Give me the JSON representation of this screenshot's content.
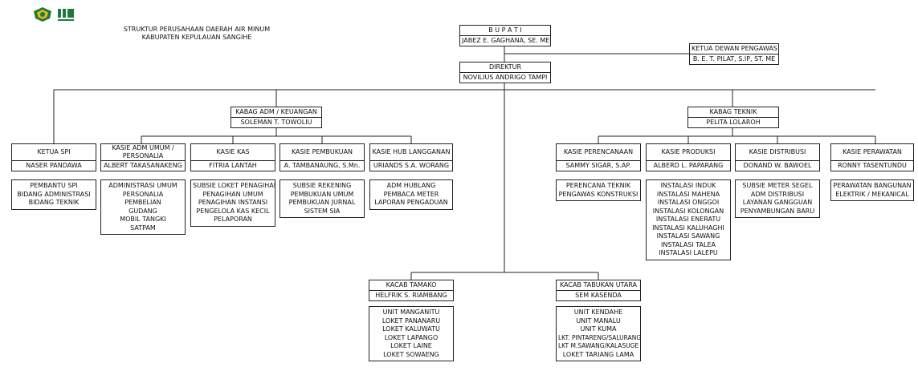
{
  "header": {
    "line1": "STRUKTUR PERUSAHAAN DAERAH AIR MINUM",
    "line2": "KABUPATEN KEPULAUAN SANGIHE"
  },
  "colors": {
    "line": "#222222",
    "logo_green": "#1d7a3a",
    "logo_yellow": "#e2b81a"
  },
  "bupati": {
    "title": "B U P A T I",
    "name": "JABEZ E. GAGHANA, SE. ME"
  },
  "dewan": {
    "title": "KETUA DEWAN PENGAWAS",
    "name": "B. E. T. PILAT, S.IP, ST. ME"
  },
  "direktur": {
    "title": "DIREKTUR",
    "name": "NOVILIUS ANDRIGO TAMPI"
  },
  "kabag_adm": {
    "title": "KABAG ADM / KEUANGAN",
    "name": "SOLEMAN T. TOWOLIU"
  },
  "kabag_teknik": {
    "title": "KABAG TEKNIK",
    "name": "PELITA LOLAROH"
  },
  "spi": {
    "title": "KETUA SPI",
    "name": "NASER PANDAWA",
    "subs": [
      "PEMBANTU SPI",
      "BIDANG ADMINISTRASI",
      "BIDANG TEKNIK"
    ]
  },
  "kasie_umum": {
    "title1": "KASIE ADM UMUM /",
    "title2": "PERSONALIA",
    "name": "ALBERT TAKASANAKENG",
    "subs": [
      "ADMINISTRASI UMUM",
      "PERSONALIA",
      "PEMBELIAN",
      "GUDANG",
      "MOBIL TANGKI",
      "SATPAM"
    ]
  },
  "kasie_kas": {
    "title": "KASIE KAS",
    "name": "FITRIA LANTAH",
    "subs": [
      "SUBSIE LOKET PENAGIHAN",
      "PENAGIHAN UMUM",
      "PENAGIHAN INSTANSI",
      "PENGELOLA KAS KECIL",
      "PELAPORAN"
    ]
  },
  "kasie_pembukuan": {
    "title": "KASIE PEMBUKUAN",
    "name": "A. TAMBANAUNG, S.Mn.",
    "subs": [
      "SUBSIE REKENING",
      "PEMBUKUAN UMUM",
      "PEMBUKUAN JURNAL",
      "SISTEM SIA"
    ]
  },
  "kasie_hub": {
    "title": "KASIE HUB LANGGANAN",
    "name": "URIANDS S.A. WORANG",
    "subs": [
      "ADM HUBLANG",
      "PEMBACA METER",
      "LAPORAN PENGADUAN"
    ]
  },
  "kasie_perencanaan": {
    "title": "KASIE PERENCANAAN",
    "name": "SAMMY SIGAR, S.AP.",
    "subs": [
      "PERENCANA TEKNIK",
      "PENGAWAS KONSTRUKSI"
    ]
  },
  "kasie_produksi": {
    "title": "KASIE PRODUKSI",
    "name": "ALBERD L. PAPARANG",
    "subs": [
      "INSTALASI INDUK",
      "INSTALASI MAHENA",
      "INSTALASI ONGGOI",
      "INSTALASI KOLONGAN",
      "INSTALASI ENERATU",
      "INSTALASI KALUHAGHI",
      "INSTALASI SAWANG",
      "INSTALASI TALEA",
      "INSTALASI LALEPU"
    ]
  },
  "kasie_distribusi": {
    "title": "KASIE DISTRIBUSI",
    "name": "DONAND W. BAWOEL",
    "subs": [
      "SUBSIE METER SEGEL",
      "ADM DISTRIBUSI",
      "LAYANAN GANGGUAN",
      "PENYAMBUNGAN BARU"
    ]
  },
  "kasie_perawatan": {
    "title": "KASIE PERAWATAN",
    "name": "RONNY TASENTUNDU",
    "subs": [
      "PERAWATAN BANGUNAN",
      "ELEKTRIK / MEKANICAL"
    ]
  },
  "kacab_tamako": {
    "title": "KACAB TAMAKO",
    "name": "HELFRIK S. RIAMBANG",
    "subs": [
      "UNIT MANGANITU",
      "LOKET PANANARU",
      "LOKET KALUWATU",
      "LOKET LAPANGO",
      "LOKET LAINE",
      "LOKET SOWAENG"
    ]
  },
  "kacab_tabukan": {
    "title": "KACAB TABUKAN UTARA",
    "name": "SEM KASENDA",
    "subs": [
      "UNIT KENDAHE",
      "UNIT MANALU",
      "UNIT KUMA",
      "LKT. PINTARENG/SALURANG",
      "LKT M.SAWANG/KALASUGE",
      "LOKET TARIANG LAMA"
    ]
  }
}
